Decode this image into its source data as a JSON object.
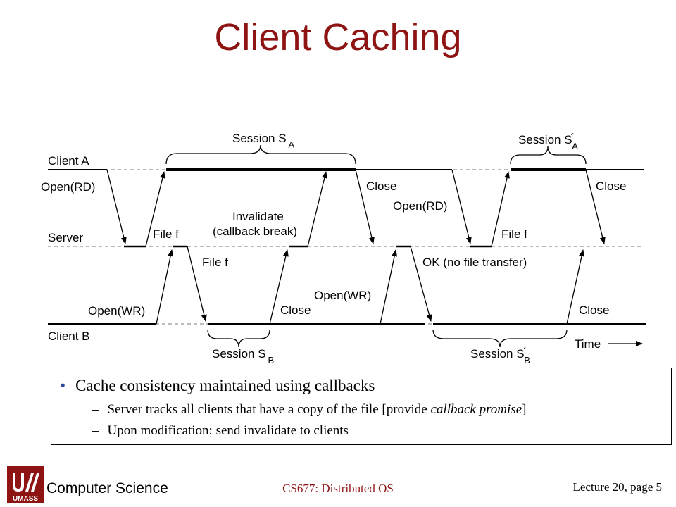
{
  "title": "Client Caching",
  "diagram": {
    "lanes": {
      "client_a": "Client A",
      "server": "Server",
      "client_b": "Client B"
    },
    "session_word": "Session S",
    "session_a_sub": "A",
    "session_b_sub": "B",
    "prime_mark": "´",
    "messages": {
      "open_rd": "Open(RD)",
      "file_f": "File f",
      "invalidate_line1": "Invalidate",
      "invalidate_line2": "(callback break)",
      "close": "Close",
      "open_wr": "Open(WR)",
      "ok_no_transfer": "OK (no file transfer)"
    },
    "time_label": "Time"
  },
  "bullets": {
    "main": "Cache consistency maintained using callbacks",
    "sub1_pre": "Server tracks all clients that have a copy of the file [provide ",
    "sub1_em": "callback promise",
    "sub1_post": "]",
    "sub2": "Upon modification: send invalidate to clients",
    "bullet_glyph": "•",
    "dash_glyph": "–"
  },
  "footer": {
    "department": "Computer Science",
    "course": "CS677: Distributed OS",
    "page": "Lecture 20, page 5",
    "logo_text": "UMASS"
  },
  "colors": {
    "title": "#8e1414",
    "bullet": "#2b4a9e"
  }
}
